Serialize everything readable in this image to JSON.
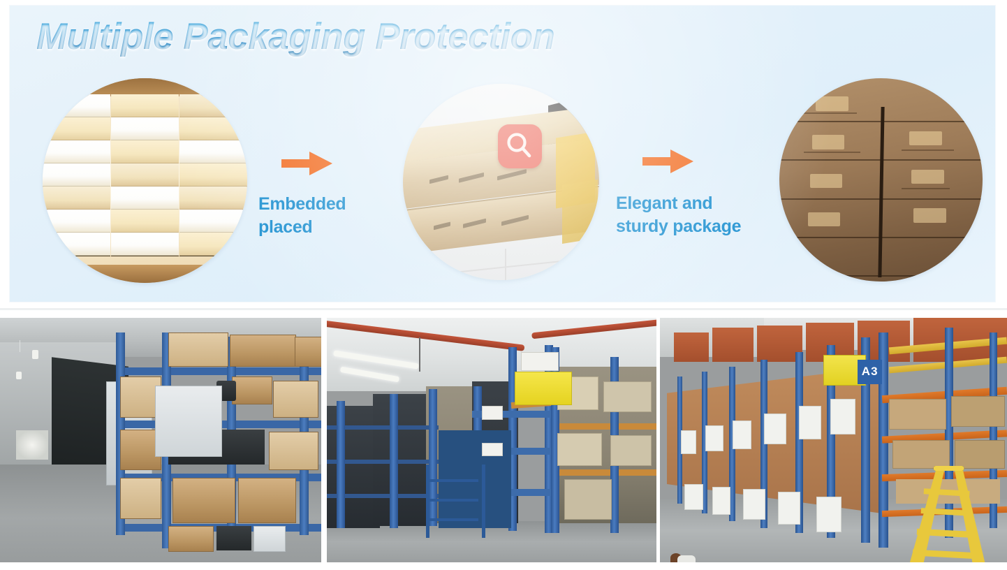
{
  "header": {
    "title": "Multiple Packaging Protection",
    "title_color": "#1b82c4"
  },
  "packaging_flow": {
    "accent_arrow_color": "#f26b1f",
    "badge_color": "#ec6152",
    "steps": [
      {
        "id": "step-1",
        "image_alt": "White product boxes neatly stacked in a grid inside a kraft carton",
        "caption": ""
      },
      {
        "id": "step-2",
        "image_alt": "Two kraft cardboard product boxes stacked on a white tiled floor",
        "caption": ""
      },
      {
        "id": "step-3",
        "image_alt": "Brown outer cartons stacked in rows on a pallet",
        "caption": ""
      }
    ],
    "arrows": [
      {
        "id": "arrow-1",
        "icon": "arrow-right-icon"
      },
      {
        "id": "arrow-2",
        "icon": "arrow-right-icon"
      }
    ],
    "captions": [
      {
        "id": "caption-1",
        "line1": "Embedded",
        "line2": "placed"
      },
      {
        "id": "caption-2",
        "line1": "Elegant and",
        "line2": "sturdy package"
      }
    ],
    "badge": {
      "icon": "magnifier-icon",
      "label": ""
    }
  },
  "warehouse_gallery": {
    "photos": [
      {
        "id": "warehouse-photo-1",
        "alt": "Warehouse corridor with blue steel shelving racks loaded with cardboard boxes"
      },
      {
        "id": "warehouse-photo-2",
        "alt": "Warehouse interior with blue pallet racking, overhead red sprinkler pipe and a yellow sign"
      },
      {
        "id": "warehouse-photo-3",
        "alt": "Warehouse aisle with blue uprights, orange beams, A3 aisle sign and a yellow step ladder",
        "aisle_sign": "A3"
      }
    ]
  }
}
